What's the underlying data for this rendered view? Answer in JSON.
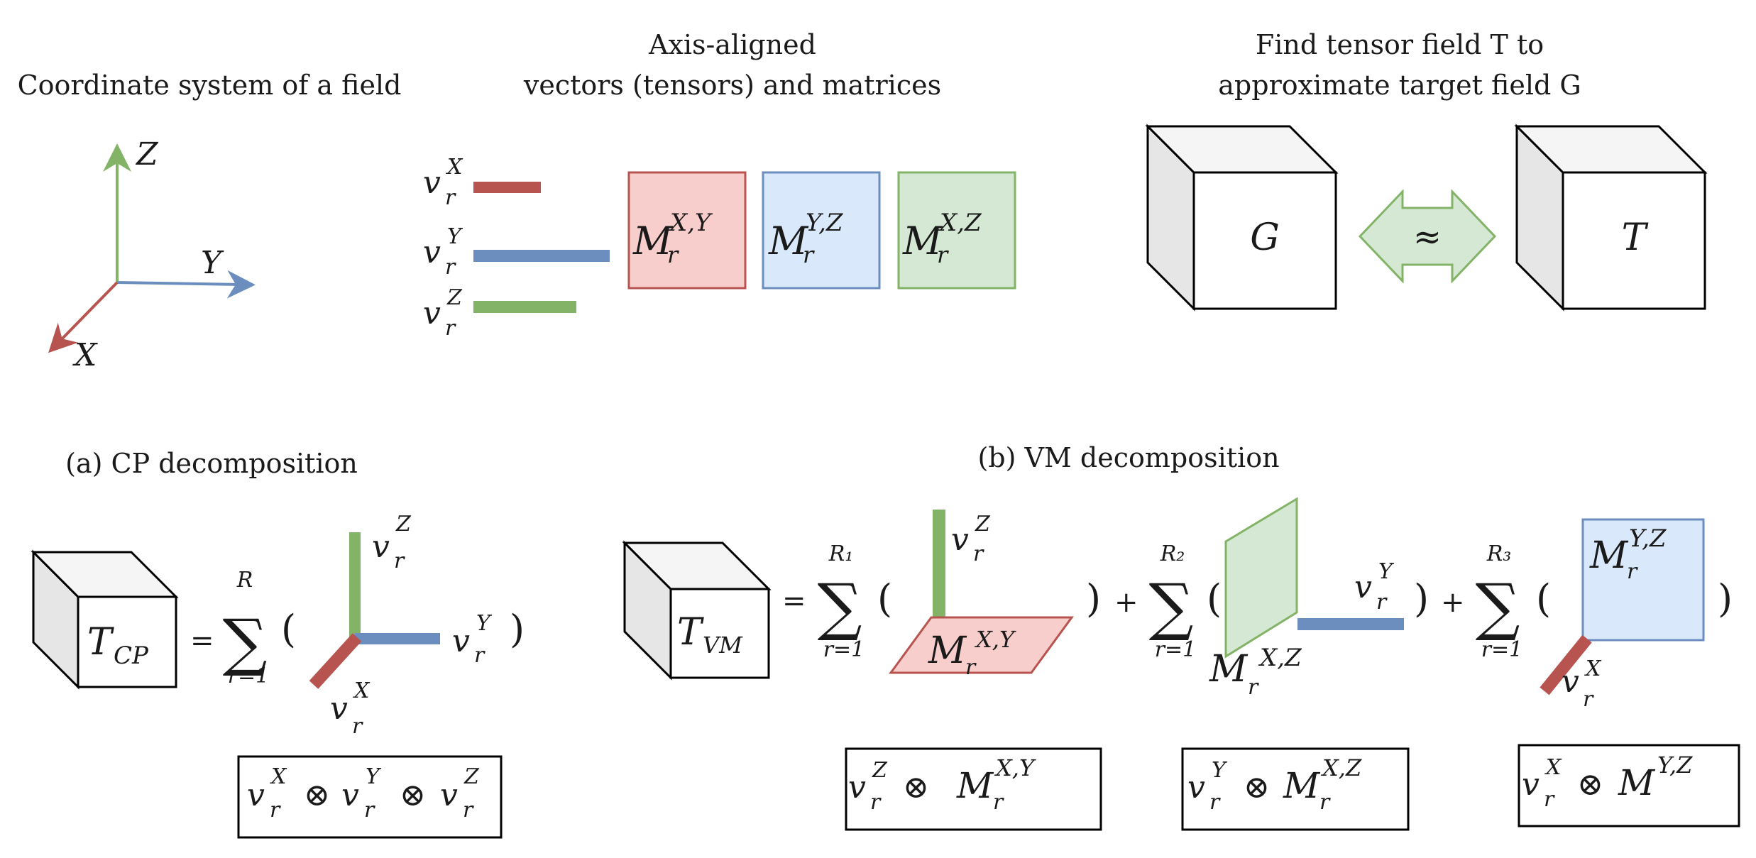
{
  "headings": {
    "coord_system": "Coordinate system of a field",
    "axis_aligned_1": "Axis-aligned",
    "axis_aligned_2": "vectors (tensors) and matrices",
    "find_tensor_1": "Find tensor field T to",
    "find_tensor_2": "approximate target field G",
    "cp": "(a) CP decomposition",
    "vm": "(b) VM decomposition"
  },
  "axes": {
    "x": "X",
    "y": "Y",
    "z": "Z"
  },
  "symbols": {
    "v": "v",
    "sub_r": "r",
    "M": "M",
    "G": "G",
    "T": "T",
    "T_sub_cp": "CP",
    "T_sub_vm": "VM",
    "approx": "≈",
    "sup_X": "X",
    "sup_Y": "Y",
    "sup_Z": "Z",
    "sup_XY": "X,Y",
    "sup_YZ": "Y,Z",
    "sup_XZ": "X,Z",
    "equals": "=",
    "plus": "+",
    "open_paren": "(",
    "close_paren": ")",
    "sigma": "∑",
    "sum_upper_R": "R",
    "sum_upper_R1": "R₁",
    "sum_upper_R2": "R₂",
    "sum_upper_R3": "R₃",
    "sum_lower": "r=1",
    "otimes": "⊗"
  },
  "colors": {
    "red": "#b85450",
    "blue": "#6c8ebf",
    "green": "#82b366",
    "red_fill": "#f8cecc",
    "blue_fill": "#dae8fc",
    "green_fill": "#d5e8d4",
    "cube_side": "#e6e6e6",
    "cube_top": "#f5f5f5"
  }
}
